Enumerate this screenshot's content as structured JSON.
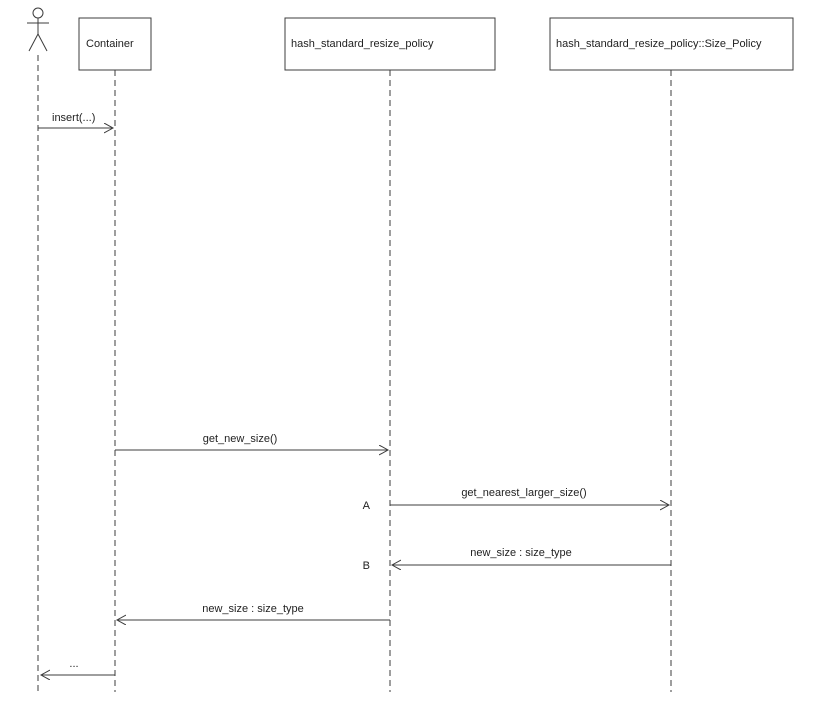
{
  "diagram": {
    "type": "uml-sequence-diagram",
    "background_color": "#ffffff",
    "line_color": "#3c3c3c",
    "participants": [
      {
        "id": "user",
        "kind": "actor",
        "label": ""
      },
      {
        "id": "container",
        "kind": "object",
        "label": "Container"
      },
      {
        "id": "policy",
        "kind": "object",
        "label": "hash_standard_resize_policy"
      },
      {
        "id": "size_policy",
        "kind": "object",
        "label": "hash_standard_resize_policy::Size_Policy"
      }
    ],
    "messages": [
      {
        "from": "user",
        "to": "container",
        "label": "insert(...)",
        "tag": ""
      },
      {
        "from": "container",
        "to": "policy",
        "label": "get_new_size()",
        "tag": ""
      },
      {
        "from": "policy",
        "to": "size_policy",
        "label": "get_nearest_larger_size()",
        "tag": "A"
      },
      {
        "from": "size_policy",
        "to": "policy",
        "label": "new_size : size_type",
        "tag": "B"
      },
      {
        "from": "policy",
        "to": "container",
        "label": "new_size : size_type",
        "tag": ""
      },
      {
        "from": "container",
        "to": "user",
        "label": "...",
        "tag": ""
      }
    ]
  }
}
